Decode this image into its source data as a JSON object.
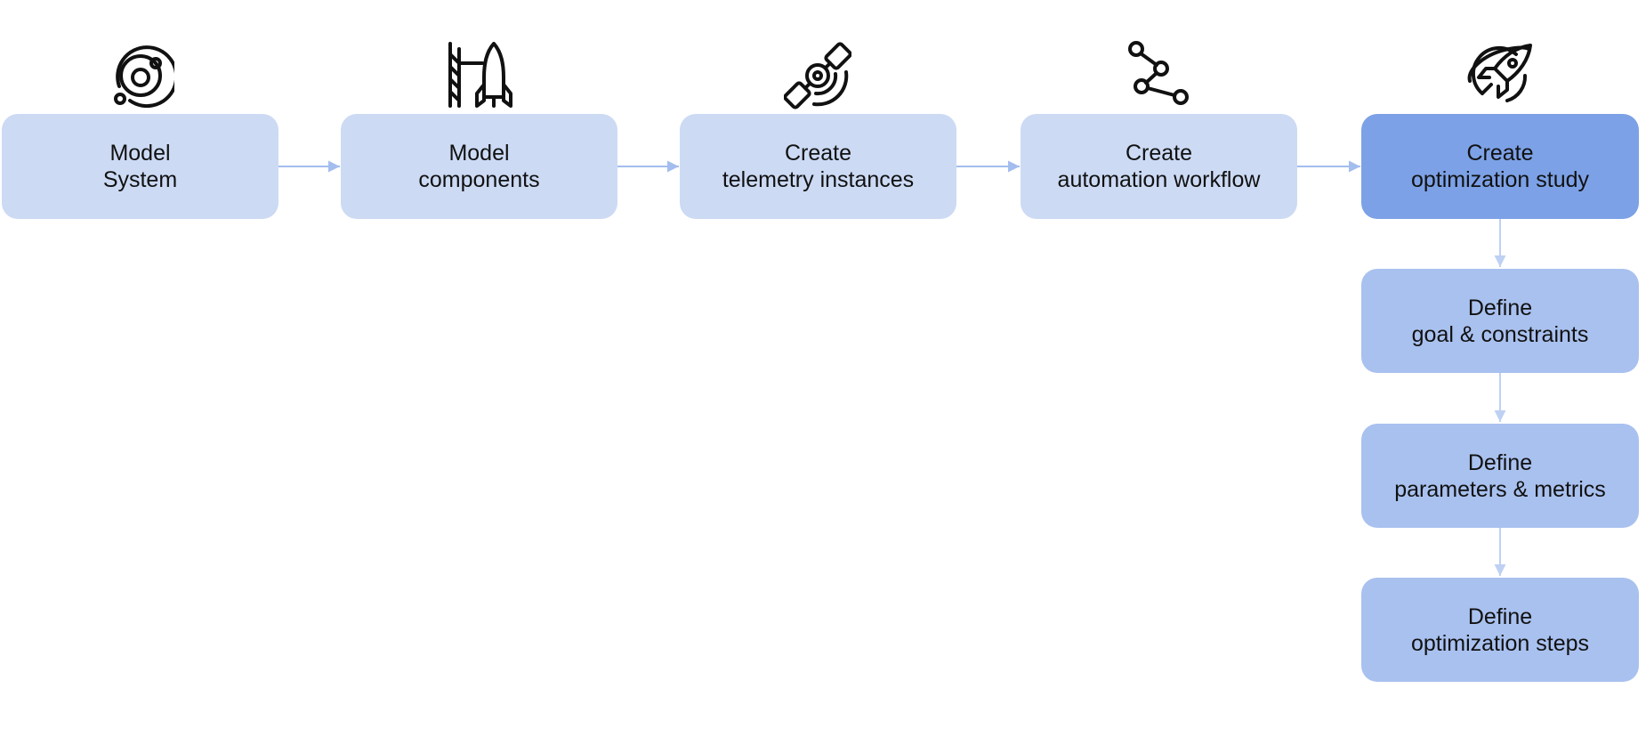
{
  "colors": {
    "step": "#CCDAF4",
    "active": "#7CA1E6",
    "substep": "#A9C1EF",
    "arrow_main": "#A3BDEE",
    "arrow_sub": "#BFD1F3",
    "icon_stroke": "#111111"
  },
  "steps": [
    {
      "line1": "Model",
      "line2": "System",
      "icon": "orbit-icon"
    },
    {
      "line1": "Model",
      "line2": "components",
      "icon": "launch-tower-rocket-icon"
    },
    {
      "line1": "Create",
      "line2": "telemetry instances",
      "icon": "satellite-icon"
    },
    {
      "line1": "Create",
      "line2": "automation workflow",
      "icon": "workflow-nodes-icon"
    },
    {
      "line1": "Create",
      "line2": "optimization study",
      "icon": "planet-rocket-icon",
      "active": true
    }
  ],
  "substeps": [
    {
      "line1": "Define",
      "line2": "goal & constraints"
    },
    {
      "line1": "Define",
      "line2": "parameters & metrics"
    },
    {
      "line1": "Define",
      "line2": "optimization steps"
    }
  ]
}
